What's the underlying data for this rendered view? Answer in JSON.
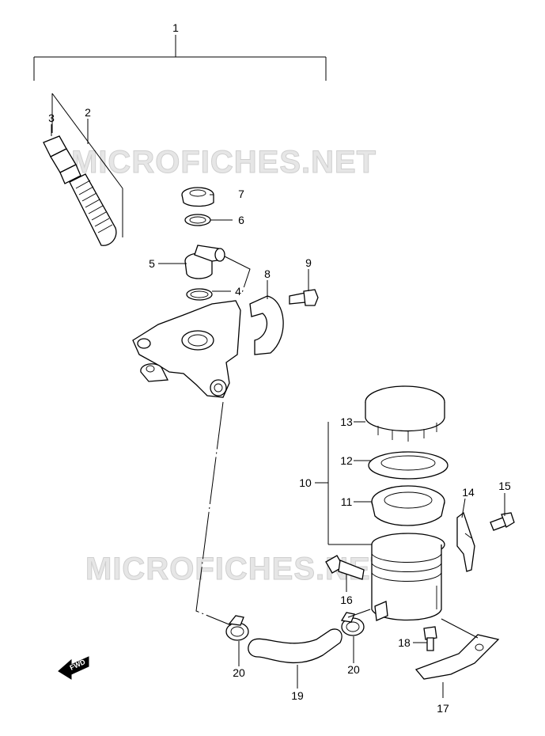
{
  "watermark": "MICROFICHES.NET",
  "fwd_label": "FWD",
  "callouts": {
    "c1": "1",
    "c2": "2",
    "c3": "3",
    "c4": "4",
    "c5": "5",
    "c6": "6",
    "c7": "7",
    "c8": "8",
    "c9": "9",
    "c10": "10",
    "c11": "11",
    "c12": "12",
    "c13": "13",
    "c14": "14",
    "c15": "15",
    "c16": "16",
    "c17": "17",
    "c18": "18",
    "c19": "19",
    "c20a": "20",
    "c20b": "20"
  }
}
